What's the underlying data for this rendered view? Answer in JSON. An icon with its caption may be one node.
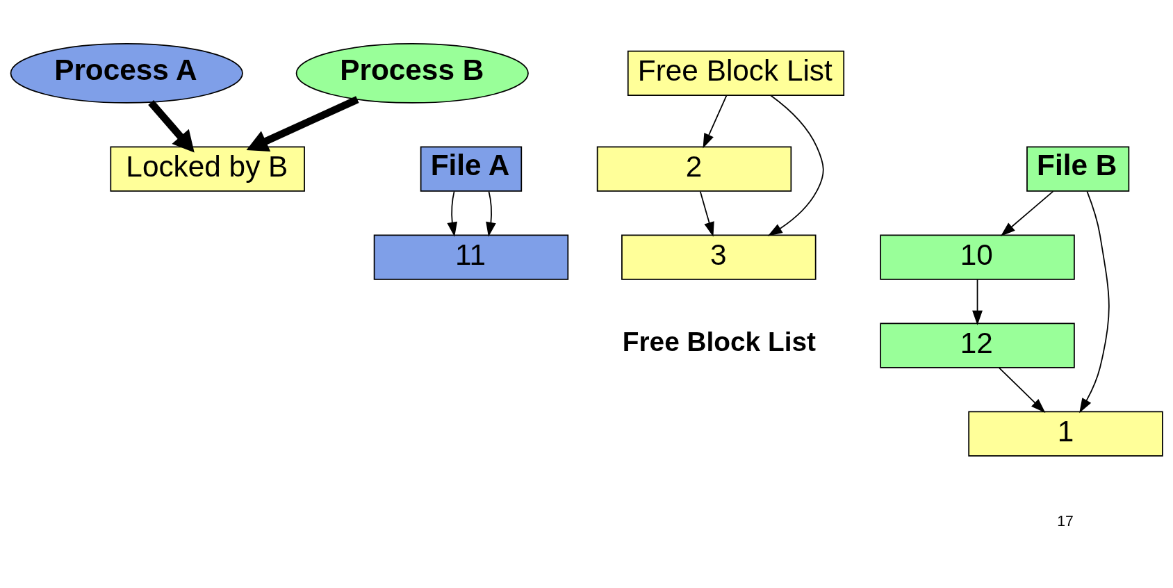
{
  "diagram": {
    "nodes": [
      {
        "text": [
          "Process A"
        ]
      },
      {
        "text": [
          "Process B"
        ]
      },
      {
        "text": [
          "File A"
        ]
      },
      {
        "text": [
          "11"
        ]
      },
      {
        "text": [
          "Locked by B"
        ]
      },
      {
        "text": [
          "Free Block List"
        ]
      },
      {
        "text": [
          "2"
        ]
      },
      {
        "text": [
          "3"
        ]
      },
      {
        "text": [
          "File B"
        ]
      },
      {
        "text": [
          "10"
        ]
      },
      {
        "text": [
          "12"
        ]
      },
      {
        "text": [
          "1"
        ]
      }
    ],
    "edges": [
      {
        "from": 0,
        "to": 4,
        "arrow": "to",
        "style": "thick"
      },
      {
        "from": 1,
        "to": 4,
        "arrow": "to",
        "style": "thick"
      },
      {
        "from": 2,
        "to": 3,
        "arrow": "to"
      },
      {
        "from": 2,
        "to": 3,
        "arrow": "to"
      },
      {
        "from": 5,
        "to": 7,
        "arrow": "to"
      },
      {
        "from": 5,
        "to": 6,
        "arrow": "to"
      },
      {
        "from": 6,
        "to": 7,
        "arrow": "to"
      },
      {
        "from": 8,
        "to": 9,
        "arrow": "to"
      },
      {
        "from": 9,
        "to": 10,
        "arrow": "to"
      },
      {
        "from": 10,
        "to": 11,
        "arrow": "to"
      },
      {
        "from": 8,
        "to": 11,
        "arrow": "to"
      }
    ],
    "labels": [
      "Free Block List",
      "17"
    ]
  }
}
